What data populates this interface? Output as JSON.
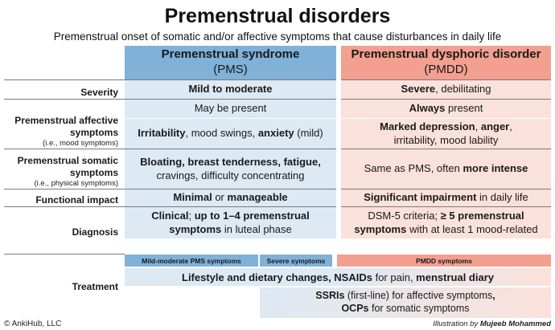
{
  "title": "Premenstrual disorders",
  "subtitle": "Premenstrual onset of somatic and/or affective symptoms that cause disturbances in daily life",
  "columns": {
    "pms": {
      "name": "Premenstrual syndrome",
      "abbr": "(PMS)"
    },
    "pmdd": {
      "name": "Premenstrual dysphoric disorder",
      "abbr": "(PMDD)"
    }
  },
  "rows": {
    "severity": {
      "label": "Severity",
      "pms": "Mild to moderate",
      "pmdd_b": "Severe",
      "pmdd_r": ", debilitating"
    },
    "affective": {
      "label": "Premenstrual affective symptoms",
      "sub": "(i.e., mood symptoms)",
      "pms_a": "May be present",
      "pmdd_a_b": "Always",
      "pmdd_a_r": " present",
      "pms_b1": "Irritability",
      "pms_b2": ", mood swings, ",
      "pms_b3": "anxiety",
      "pms_b4": " (mild)",
      "pmdd_b1": "Marked depression",
      "pmdd_b2": ", ",
      "pmdd_b3": "anger",
      "pmdd_b4": ",",
      "pmdd_b5": "irritability, mood lability"
    },
    "somatic": {
      "label": "Premenstrual somatic symptoms",
      "sub": "(i.e., physical symptoms)",
      "pms_b": "Bloating, breast tenderness, fatigue,",
      "pms_r": "cravings, difficulty concentrating",
      "pmdd_r": "Same as PMS, often ",
      "pmdd_b": "more intense"
    },
    "functional": {
      "label": "Functional impact",
      "pms_b1": "Minimal",
      "pms_r": " or ",
      "pms_b2": "manageable",
      "pmdd_b": "Significant impairment",
      "pmdd_r": " in daily life"
    },
    "diagnosis": {
      "label": "Diagnosis",
      "pms_b1": "Clinical",
      "pms_r1": "; ",
      "pms_b2": "up to 1–4 premenstrual",
      "pms_b3": "symptoms",
      "pms_r2": " in luteal phase",
      "pmdd_r1": "DSM-5 criteria; ",
      "pmdd_b1": "≥ 5 premenstrual",
      "pmdd_b2": "symptoms",
      "pmdd_r2": " with at least 1 mood-related"
    }
  },
  "treatment": {
    "label": "Treatment",
    "tag_mild": "Mild-moderate PMS symptoms",
    "tag_severe": "Severe symptoms",
    "tag_pmdd": "PMDD symptoms",
    "l_b1": "Lifestyle and dietary changes, NSAIDs",
    "l_r1": " for pain, ",
    "l_b2": "menstrual diary",
    "s_b1": "SSRIs",
    "s_r1": " (first-line) for affective symptoms",
    "s_b2": ",",
    "s_b3": "OCPs",
    "s_r2": " for somatic symptoms"
  },
  "footer": {
    "copyright": "© AnkiHub, LLC",
    "credit_prefix": "Illustration by ",
    "credit_name": "Mujeeb Mohammed"
  }
}
